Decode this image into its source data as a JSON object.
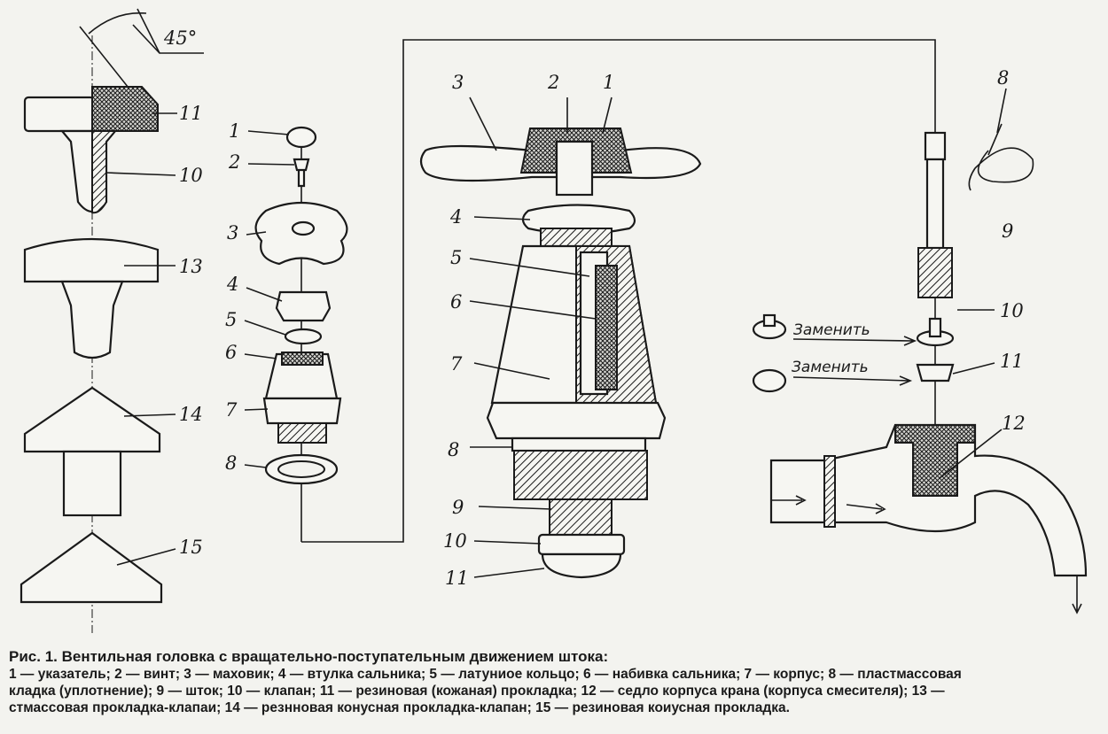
{
  "figure": {
    "angle_label": "45°",
    "left_labels": [
      "11",
      "10",
      "13",
      "14",
      "15"
    ],
    "middle_labels": [
      "1",
      "2",
      "3",
      "4",
      "5",
      "6",
      "7",
      "8"
    ],
    "center_labels": [
      "3",
      "2",
      "1",
      "4",
      "5",
      "6",
      "7",
      "8",
      "9",
      "10",
      "11"
    ],
    "right_labels": [
      "8",
      "9",
      "10",
      "11",
      "12"
    ],
    "replace_label_1": "Заменить",
    "replace_label_2": "Заменить"
  },
  "caption": {
    "title": "Рис. 1. Вентильная головка с вращательно-поступательным движением штока:",
    "lines": [
      "1 — указатель; 2 — винт; 3 — маховик; 4 — втулка сальника; 5 — латуниое кольцо; 6 — набивка сальника; 7 — корпус; 8 — пластмассовая",
      "кладка (уплотнение); 9 — шток; 10 — клапан; 11 — резиновая (кожаная) прокладка; 12 — седло корпуса крана (корпуса смесителя); 13 —",
      "стмассовая прокладка-клапаи; 14 — резнновая конусная прокладка-клапан; 15 — резиновая коиусная прокладка."
    ]
  }
}
